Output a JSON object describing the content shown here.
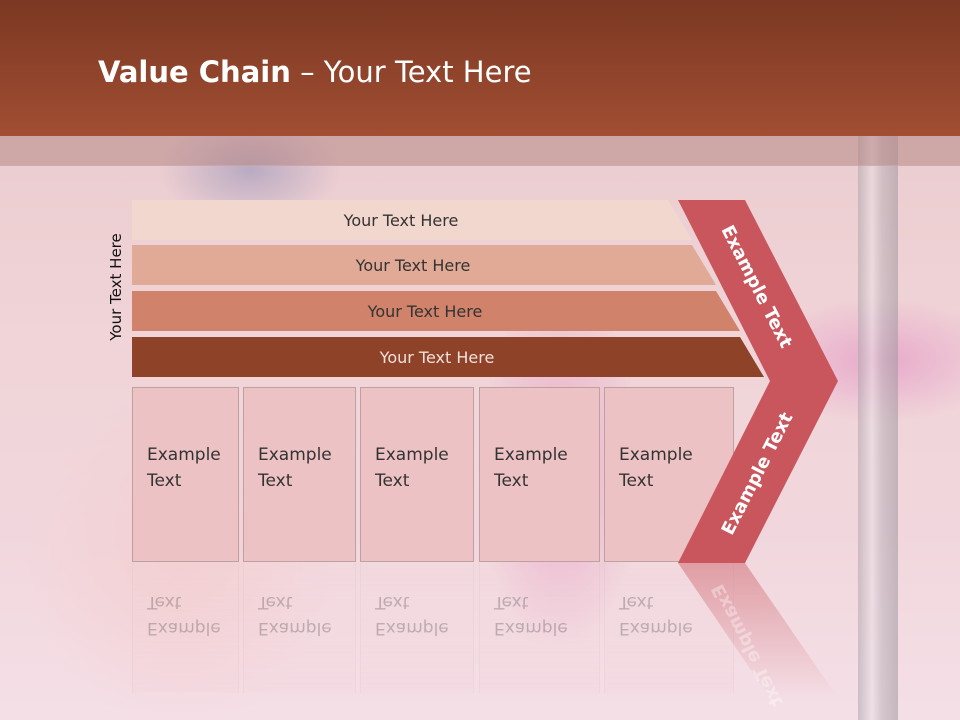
{
  "title": {
    "bold": "Value Chain",
    "rest": " – Your Text Here"
  },
  "side_label": "Your Text Here",
  "bars": [
    {
      "label": "Your Text Here",
      "color": "#f2d7cf"
    },
    {
      "label": "Your Text Here",
      "color": "#e0aa96"
    },
    {
      "label": "Your Text Here",
      "color": "#d0826b"
    },
    {
      "label": "Your Text Here",
      "color": "#8e4329"
    }
  ],
  "boxes": [
    {
      "label": "Example Text"
    },
    {
      "label": "Example Text"
    },
    {
      "label": "Example Text"
    },
    {
      "label": "Example Text"
    },
    {
      "label": "Example Text"
    }
  ],
  "chevron": {
    "upper_label": "Example Text",
    "lower_label": "Example Text",
    "color": "#c9565d"
  },
  "colors": {
    "header": "#a14e33",
    "box": "#edc2c4"
  }
}
